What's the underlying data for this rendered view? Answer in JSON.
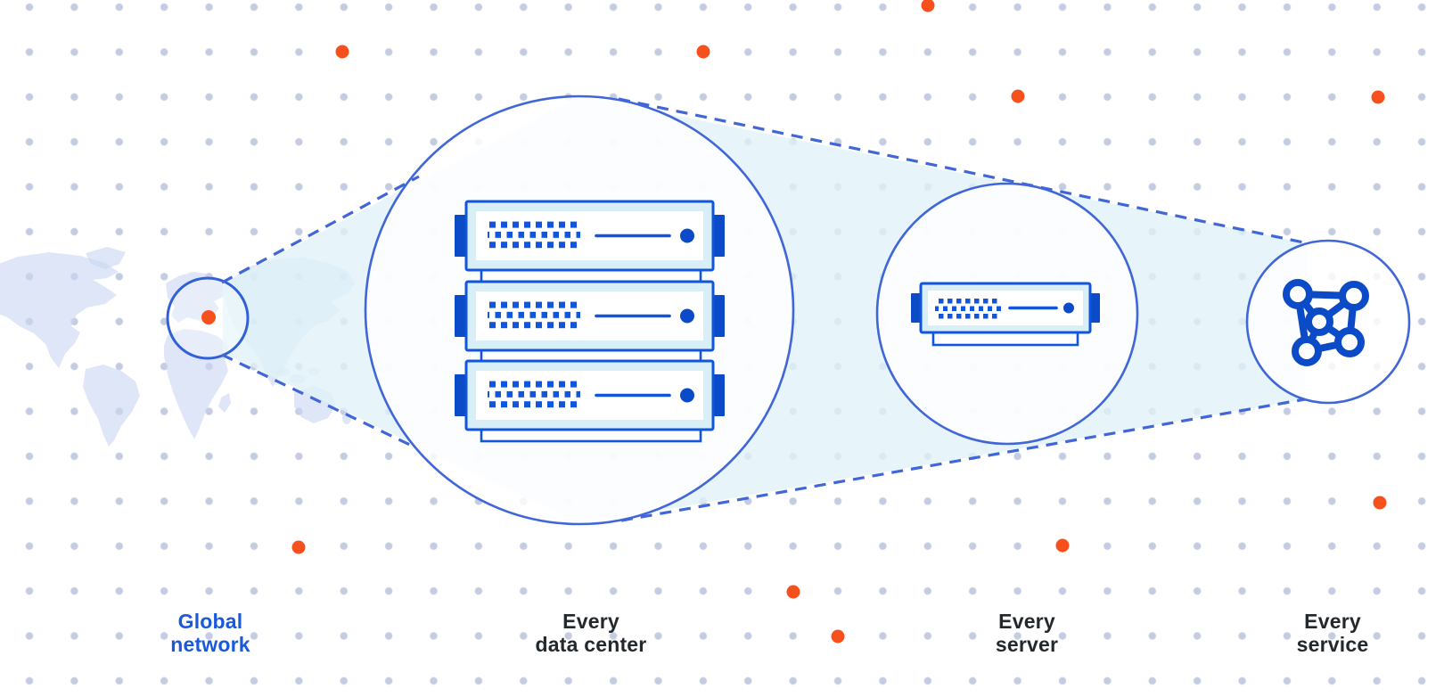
{
  "title": "Global network diagram",
  "labels": {
    "global_network": {
      "line1": "Global",
      "line2": "network"
    },
    "data_center": {
      "line1": "Every",
      "line2": "data center"
    },
    "server": {
      "line1": "Every",
      "line2": "server"
    },
    "service": {
      "line1": "Every",
      "line2": "service"
    }
  },
  "icons": [
    "world-map",
    "map-marker-dot",
    "server-rack-stack",
    "server-rack-single",
    "network-mesh-icon",
    "orange-accent-dots",
    "dot-grid-background"
  ],
  "colors": {
    "accent_orange": "#F6511D",
    "circle_stroke_blue": "#4066D8",
    "map_circle_stroke": "#3260D6",
    "server_blue": "#1155DC",
    "server_blue_dark": "#0B4BC8",
    "server_band_cyan": "#D8EFF8",
    "cone_cyan": "#E0F2F8",
    "map_fill": "#C9D7F2",
    "grid_dot": "#C3CCE0",
    "label_dark": "#23282D",
    "label_blue": "#1A58DC",
    "background": "#FFFFFF"
  }
}
